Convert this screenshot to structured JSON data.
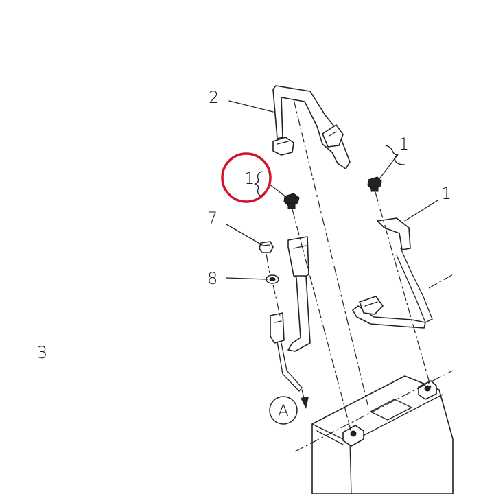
{
  "callouts": {
    "c2": "2",
    "c1_highlighted": "1",
    "c1_top_right": "1",
    "c1_right": "1",
    "c7": "7",
    "c8": "8",
    "c3_partial": "3",
    "view_a": "A"
  },
  "colors": {
    "highlight_ring": "#d0142c",
    "line": "#222222"
  }
}
